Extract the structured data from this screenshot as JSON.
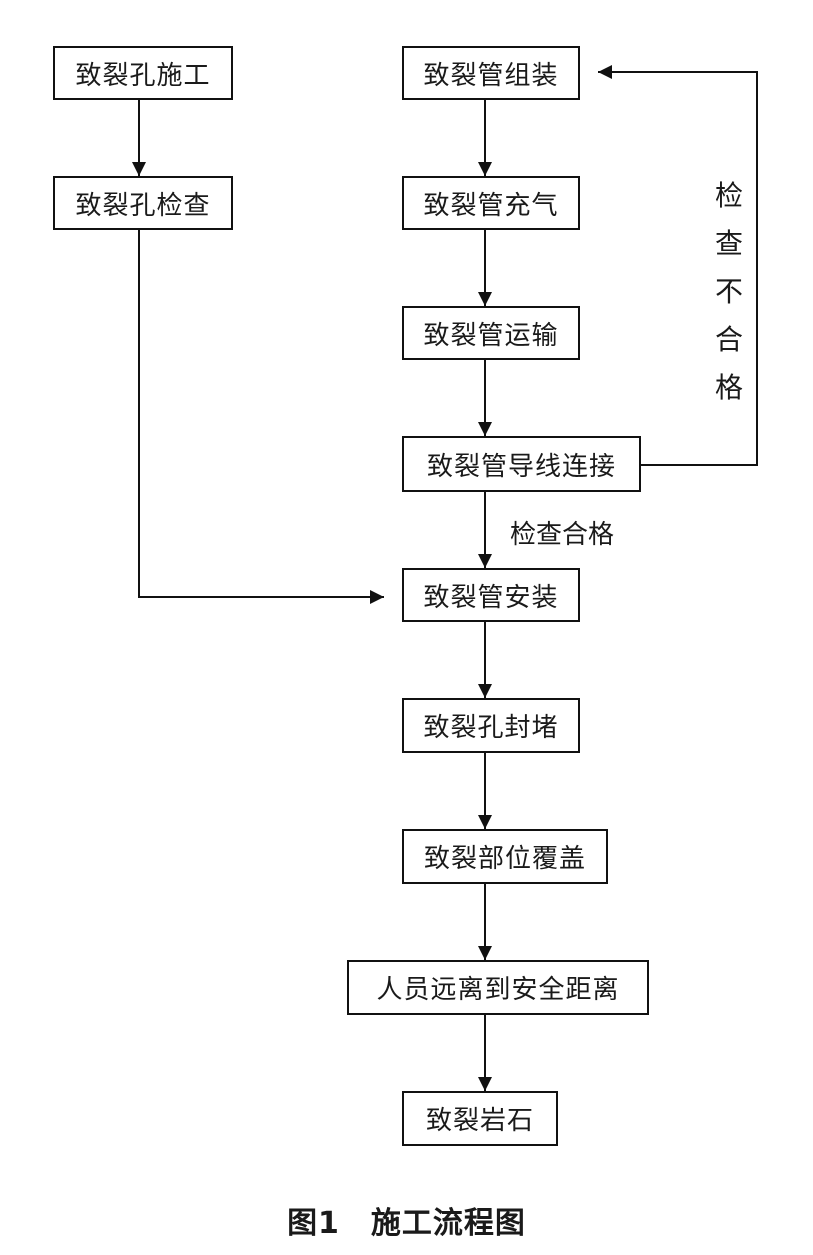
{
  "nodes": {
    "drill_hole": "致裂孔施工",
    "hole_check": "致裂孔检查",
    "tube_assembly": "致裂管组装",
    "tube_inflate": "致裂管充气",
    "tube_transport": "致裂管运输",
    "tube_wire_connect": "致裂管导线连接",
    "tube_install": "致裂管安装",
    "hole_seal": "致裂孔封堵",
    "area_cover": "致裂部位覆盖",
    "evacuate": "人员远离到安全距离",
    "rock_fracture": "致裂岩石"
  },
  "edge_labels": {
    "check_pass": "检查合格",
    "check_fail": [
      "检",
      "查",
      "不",
      "合",
      "格"
    ]
  },
  "caption": "图1　施工流程图"
}
